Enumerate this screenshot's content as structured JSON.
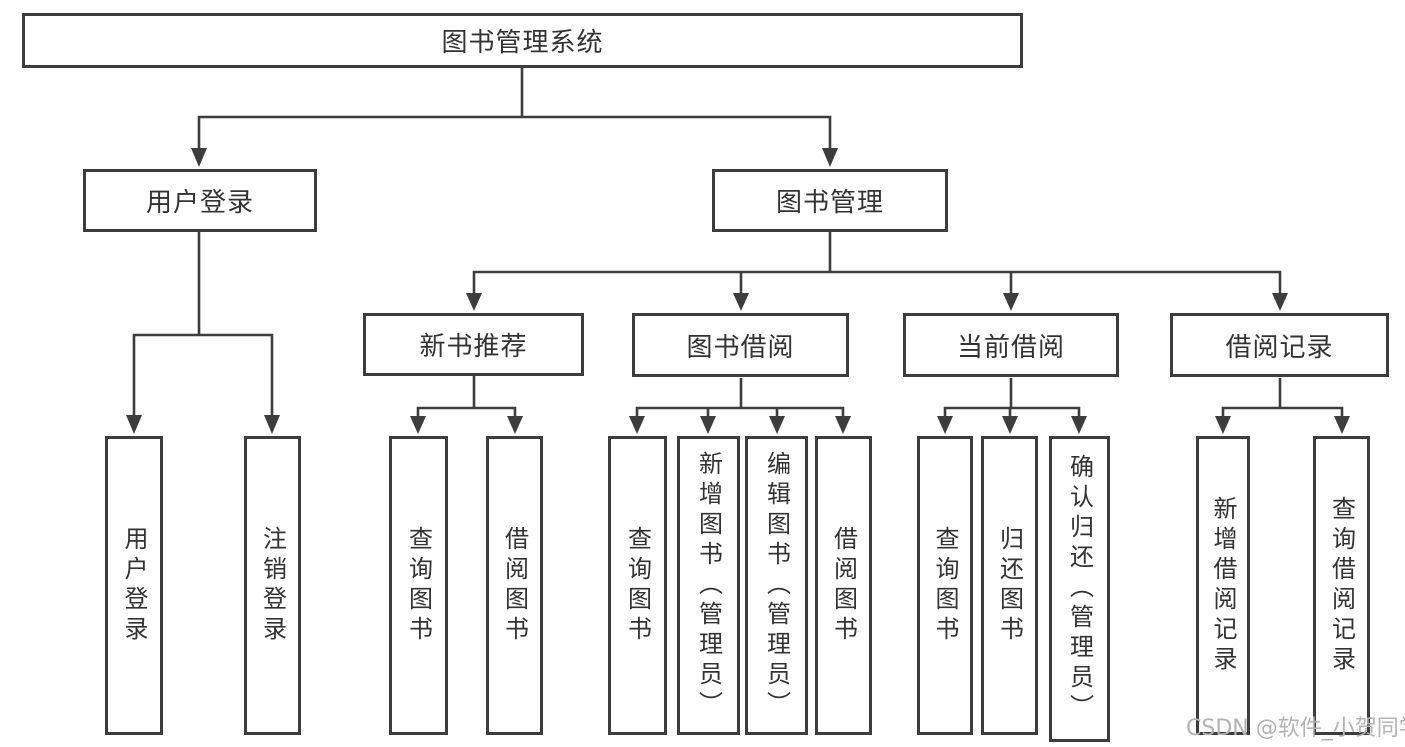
{
  "diagram_title": "图书管理系统",
  "tree": {
    "label": "图书管理系统",
    "children": [
      {
        "label": "用户登录",
        "children": [
          {
            "label": "用户登录"
          },
          {
            "label": "注销登录"
          }
        ]
      },
      {
        "label": "图书管理",
        "children": [
          {
            "label": "新书推荐",
            "children": [
              {
                "label": "查询图书"
              },
              {
                "label": "借阅图书"
              }
            ]
          },
          {
            "label": "图书借阅",
            "children": [
              {
                "label": "查询图书"
              },
              {
                "label": "新增图书（管理员）"
              },
              {
                "label": "编辑图书（管理员）"
              },
              {
                "label": "借阅图书"
              }
            ]
          },
          {
            "label": "当前借阅",
            "children": [
              {
                "label": "查询图书"
              },
              {
                "label": "归还图书"
              },
              {
                "label": "确认归还（管理员）"
              }
            ]
          },
          {
            "label": "借阅记录",
            "children": [
              {
                "label": "新增借阅记录"
              },
              {
                "label": "查询借阅记录"
              }
            ]
          }
        ]
      }
    ]
  },
  "watermark": {
    "text": "CSDN @软件_小贺同学"
  },
  "colors": {
    "line": "#3d3d3d",
    "box_border": "#3d3d3d",
    "text": "#333333",
    "background": "#ffffff",
    "watermark": "#b3b3b3"
  }
}
